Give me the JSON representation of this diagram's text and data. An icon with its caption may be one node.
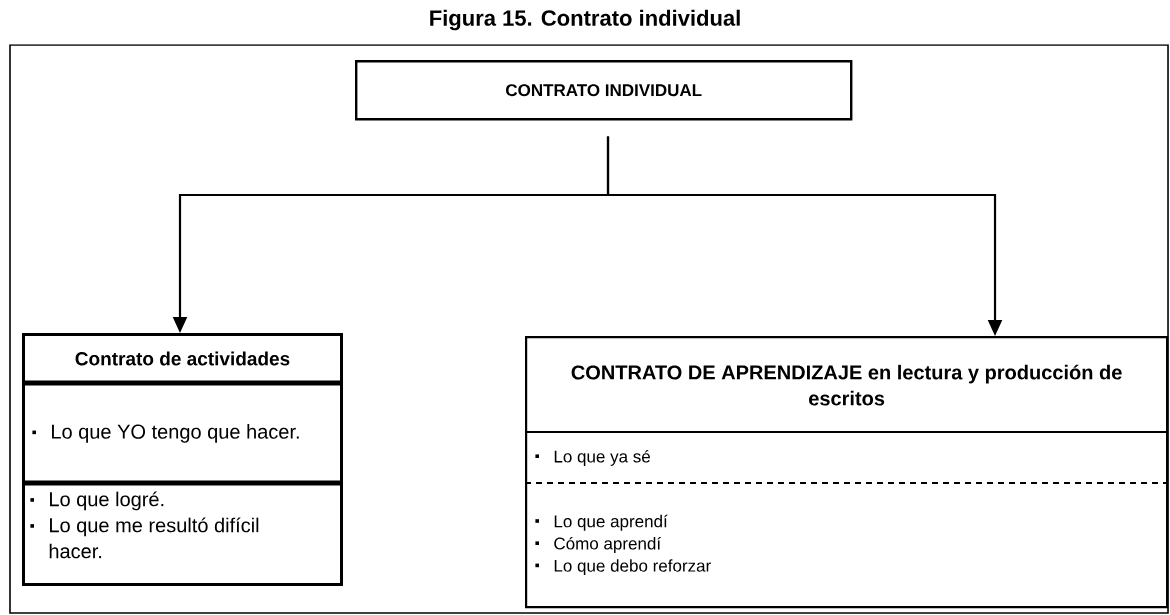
{
  "diagram": {
    "title": "Figura 15. Contrato individual",
    "nodes": [
      {
        "text": [
          "CONTRATO INDIVIDUAL"
        ]
      },
      {
        "text": [
          "Contrato de actividades"
        ]
      },
      {
        "text": [
          "Lo que YO tengo que hacer."
        ],
        "in": 1
      },
      {
        "text": [
          "Lo que logré.",
          "Lo que me resultó difícil hacer."
        ],
        "in": 1
      },
      {
        "text": [
          "CONTRATO DE APRENDIZAJE en lectura y producción de escritos"
        ]
      },
      {
        "text": [
          "Lo que ya sé"
        ],
        "in": 4
      },
      {
        "text": [
          "Lo que aprendí",
          "Cómo aprendí",
          "Lo que debo reforzar"
        ],
        "in": 4
      }
    ],
    "edges": [
      {
        "from": 0,
        "to": 1,
        "arrow": "to"
      },
      {
        "from": 0,
        "to": 4,
        "arrow": "to"
      }
    ]
  }
}
